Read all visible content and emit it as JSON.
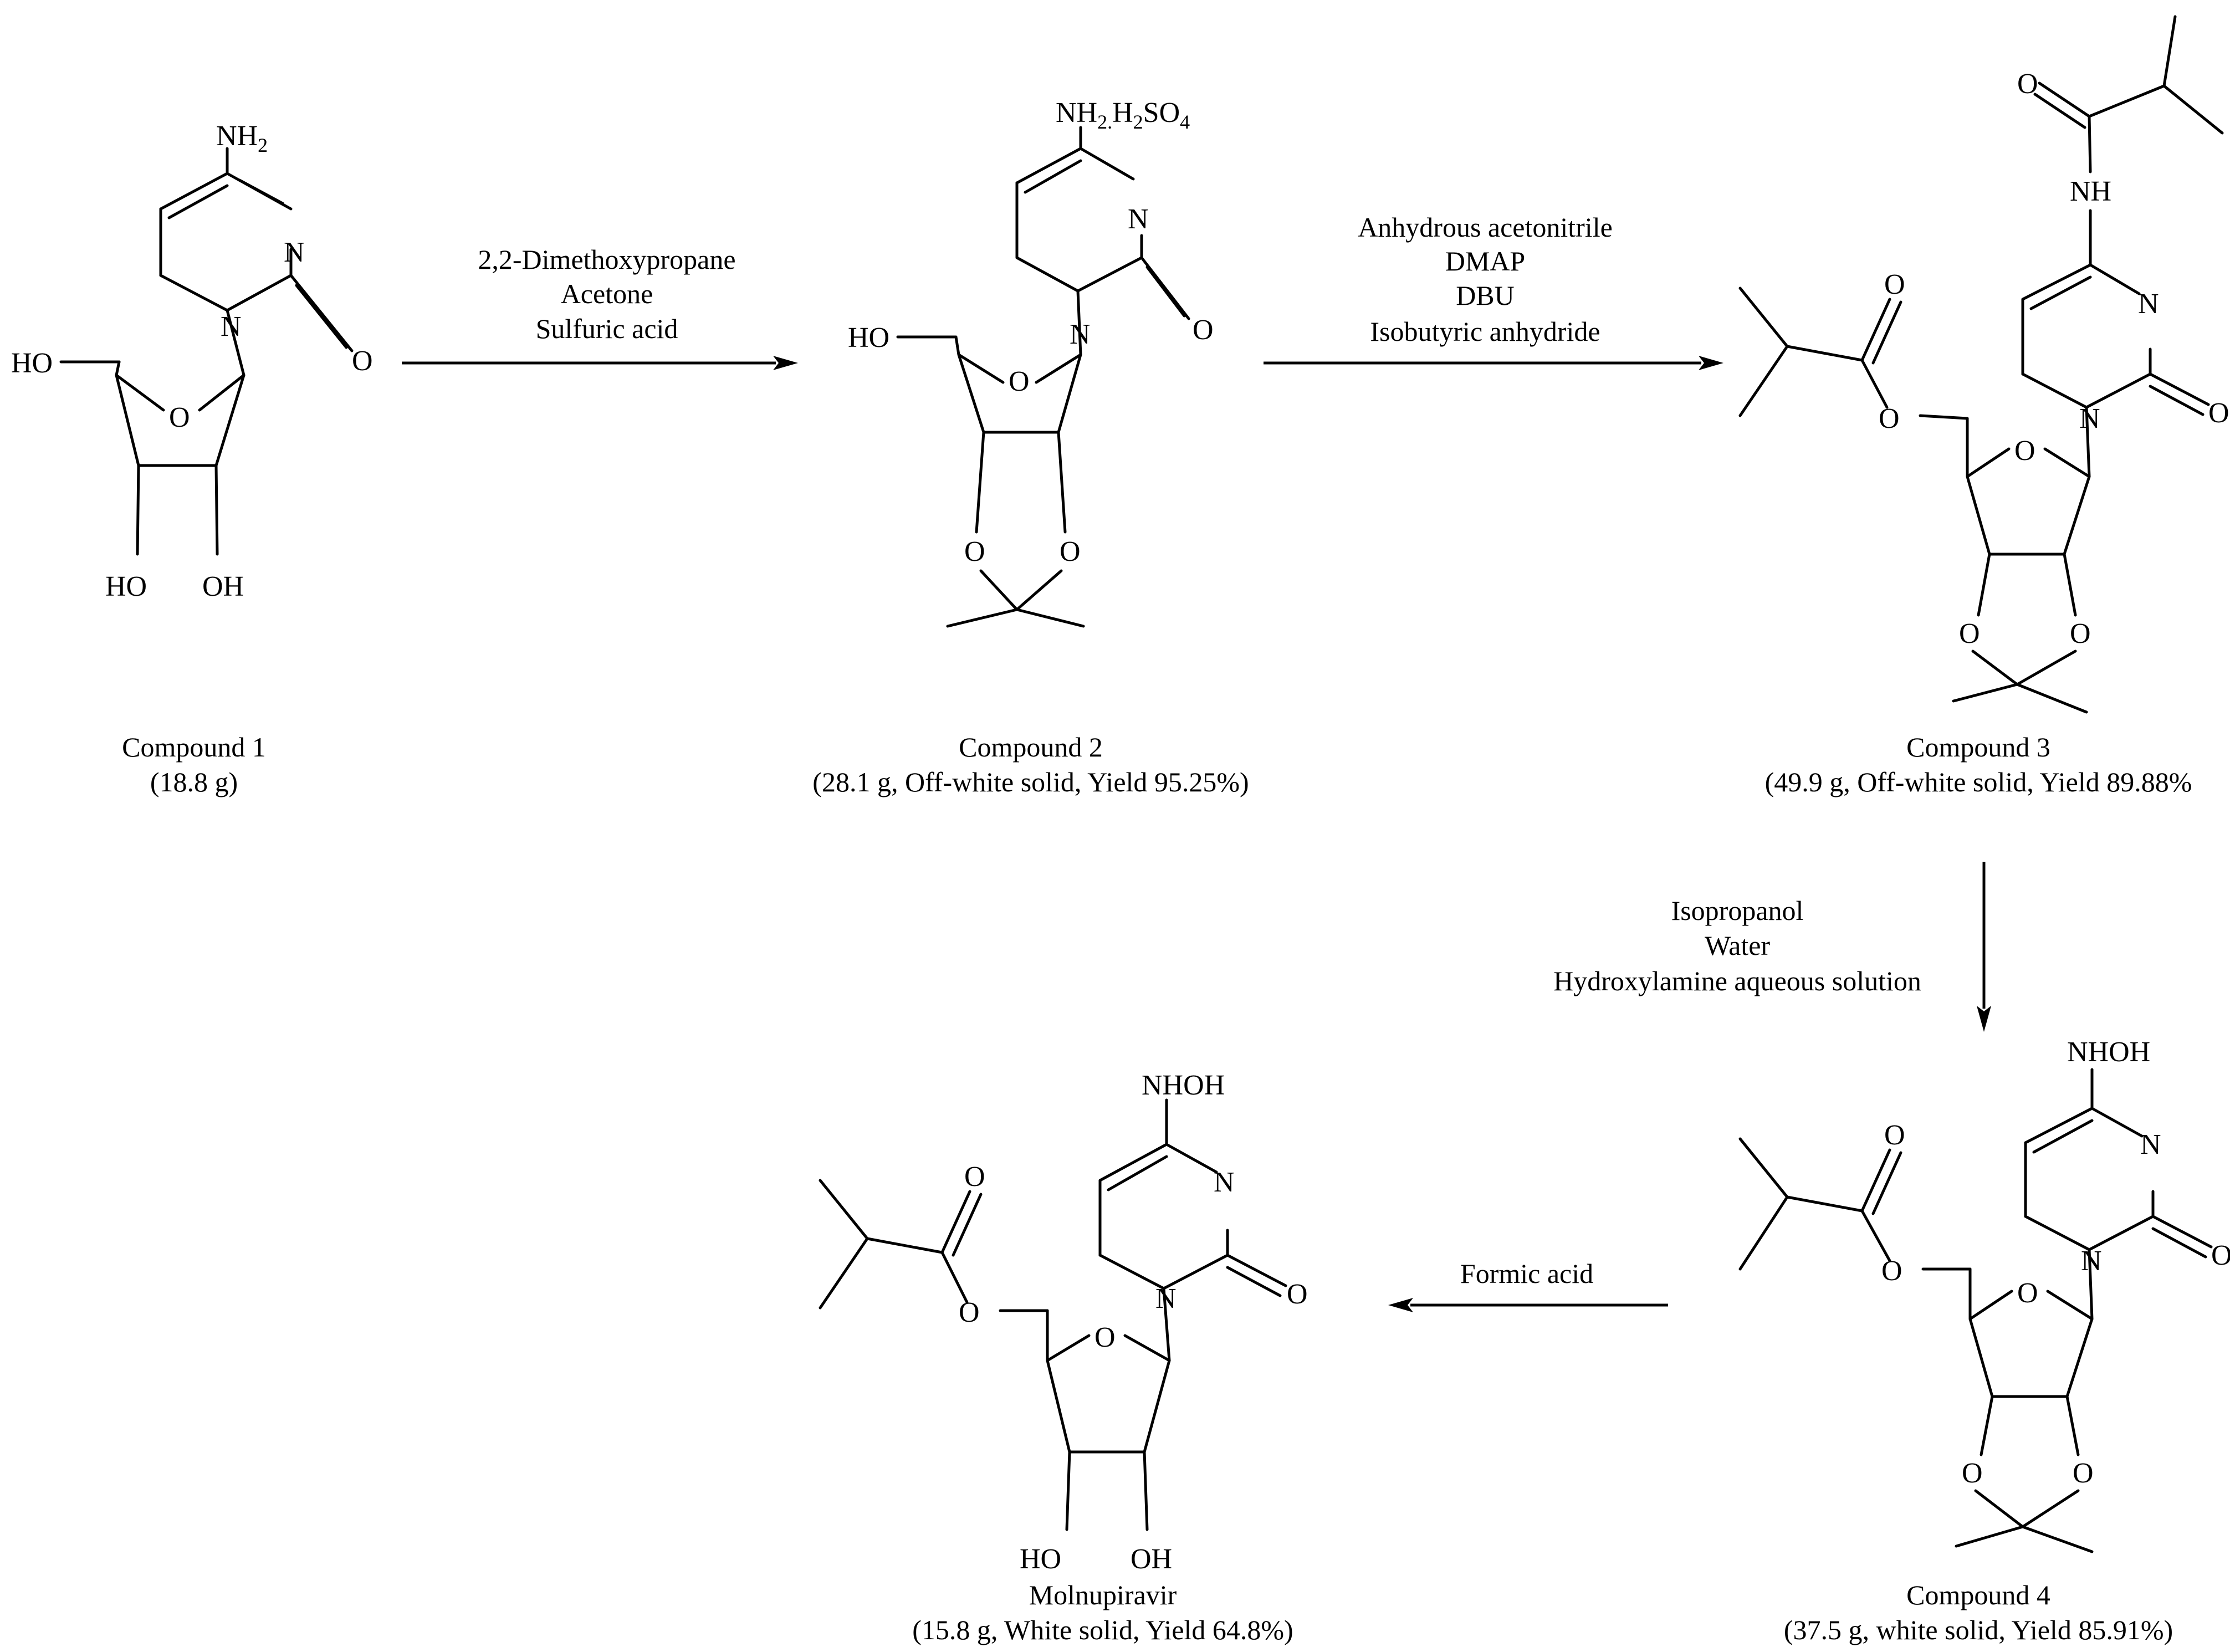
{
  "labels": {
    "atom_N": "N",
    "atom_O": "O",
    "nh2": "NH",
    "nh2_sub": "2",
    "nh2_salt_sub": "2.",
    "salt_H": "H",
    "salt_SO": "SO",
    "salt_sub2": "2",
    "salt_sub4": "4",
    "ho": "HO",
    "oh": "OH",
    "nh": "NH",
    "nhoh": "NHOH"
  },
  "compounds": [
    {
      "name": "Compound 1",
      "detail": "(18.8 g)"
    },
    {
      "name": "Compound 2",
      "detail": "(28.1 g, Off-white solid, Yield 95.25%)"
    },
    {
      "name": "Compound 3",
      "detail": "(49.9 g, Off-white solid, Yield 89.88%"
    },
    {
      "name": "Compound 4",
      "detail": "(37.5 g, white solid, Yield 85.91%)"
    },
    {
      "name": "Molnupiravir",
      "detail": "(15.8 g, White solid, Yield 64.8%)"
    }
  ],
  "steps": [
    {
      "reagents": [
        "2,2-Dimethoxypropane",
        "Acetone",
        "Sulfuric acid"
      ]
    },
    {
      "reagents": [
        "Anhydrous acetonitrile",
        "DMAP",
        "DBU",
        "Isobutyric anhydride"
      ]
    },
    {
      "reagents": [
        "Isopropanol",
        "Water",
        "Hydroxylamine aqueous solution"
      ]
    },
    {
      "reagents": [
        "Formic acid"
      ]
    }
  ]
}
